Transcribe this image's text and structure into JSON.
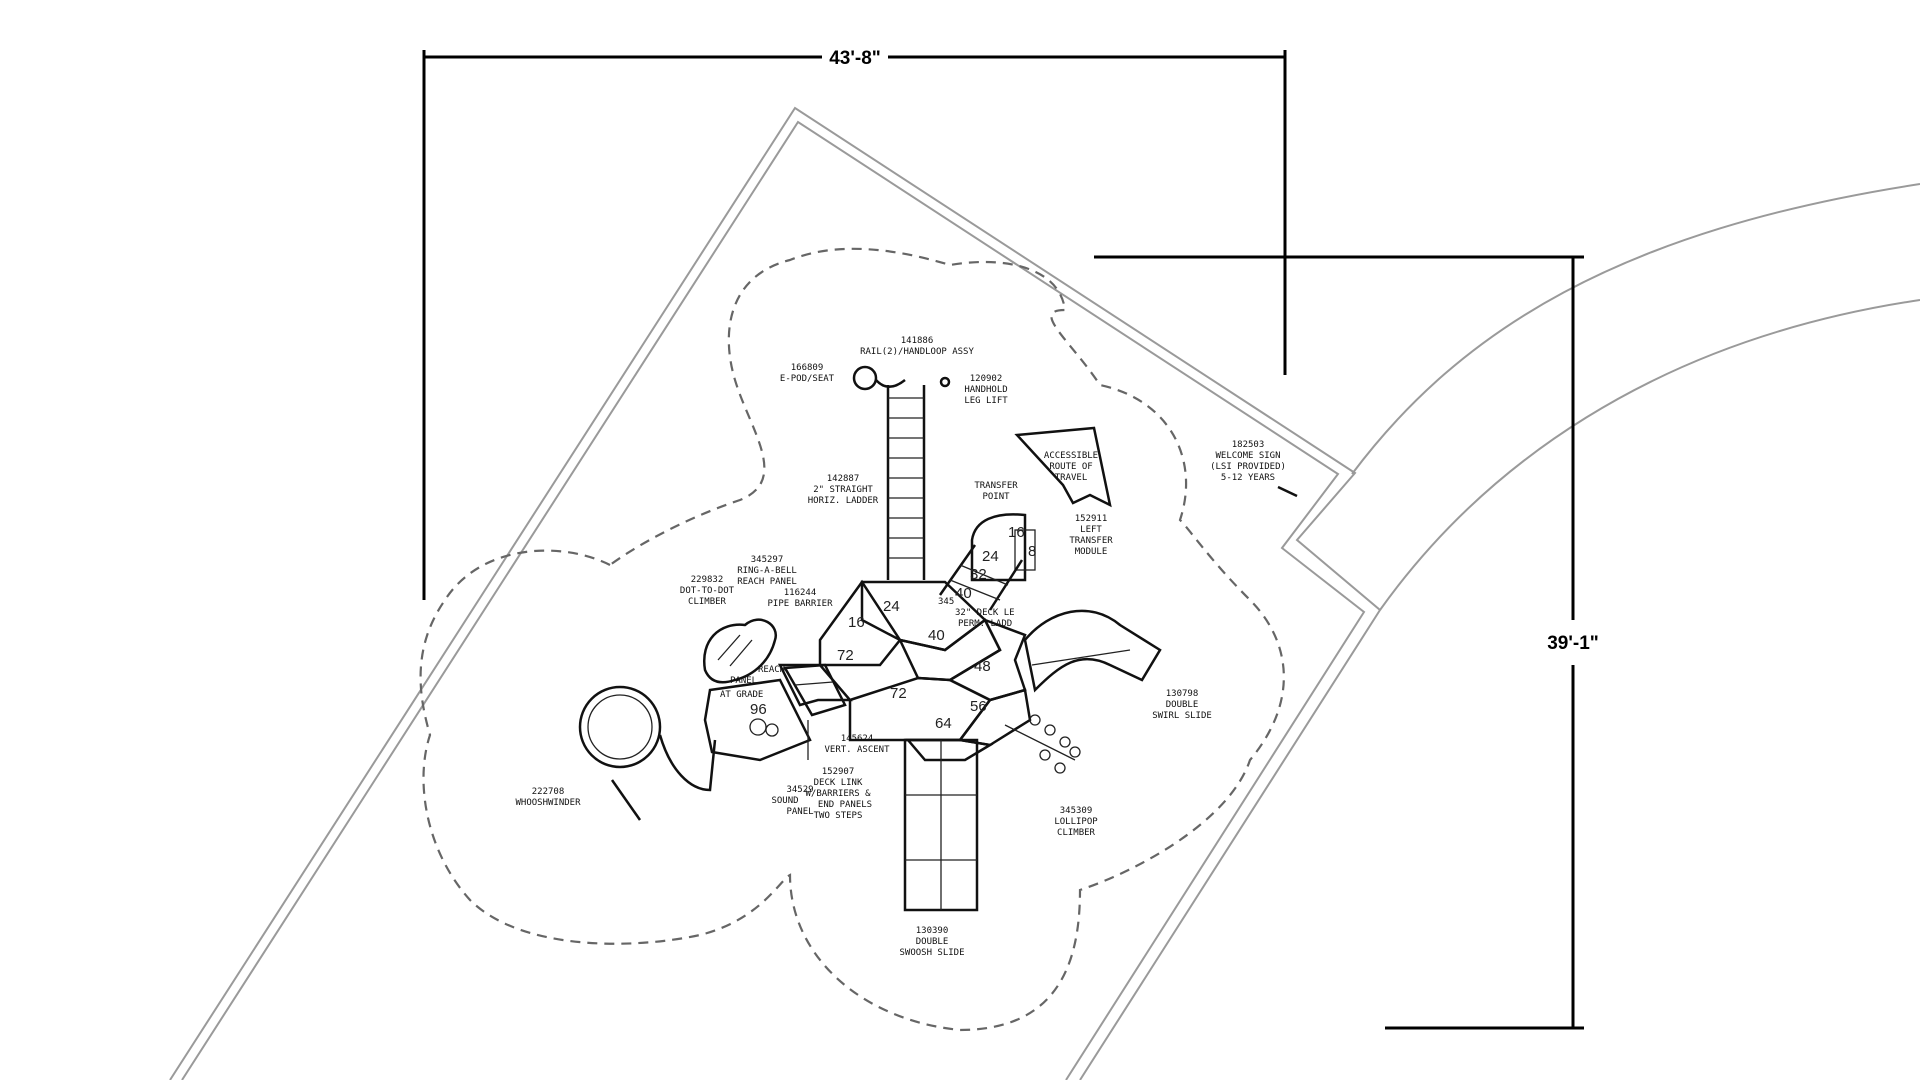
{
  "dimensions": {
    "width_label": "43'-8\"",
    "depth_label": "39'-1\""
  },
  "deck_heights": [
    "16",
    "8",
    "24",
    "32",
    "40",
    "24",
    "16",
    "72",
    "40",
    "48",
    "72",
    "56",
    "64",
    "96"
  ],
  "components": [
    {
      "lines": [
        "141886",
        "RAIL(2)/HANDLOOP ASSY"
      ]
    },
    {
      "lines": [
        "166809",
        "E-POD/SEAT"
      ]
    },
    {
      "lines": [
        "120902",
        "HANDHOLD",
        "LEG LIFT"
      ]
    },
    {
      "lines": [
        "ACCESSIBLE",
        "ROUTE OF",
        "TRAVEL"
      ]
    },
    {
      "lines": [
        "142887",
        "2\" STRAIGHT",
        "HORIZ. LADDER"
      ]
    },
    {
      "lines": [
        "TRANSFER",
        "POINT"
      ]
    },
    {
      "lines": [
        "152911",
        "LEFT",
        "TRANSFER",
        "MODULE"
      ]
    },
    {
      "lines": [
        "182503",
        "WELCOME SIGN",
        "(LSI PROVIDED)",
        "5-12 YEARS"
      ]
    },
    {
      "lines": [
        "345297",
        "RING-A-BELL",
        "REACH PANEL"
      ]
    },
    {
      "lines": [
        "229832",
        "DOT-TO-DOT",
        "CLIMBER"
      ]
    },
    {
      "lines": [
        "116244",
        "PIPE BARRIER"
      ]
    },
    {
      "lines": [
        "345",
        "32\" DECK LE",
        "PERM. LADD"
      ]
    },
    {
      "lines": [
        "REACH",
        "PANEL",
        "AT GRADE"
      ]
    },
    {
      "lines": [
        "130798",
        "DOUBLE",
        "SWIRL SLIDE"
      ]
    },
    {
      "lines": [
        "145624",
        "VERT. ASCENT"
      ]
    },
    {
      "lines": [
        "152907",
        "DECK LINK",
        "W/BARRIERS &",
        "END PANELS",
        "TWO STEPS"
      ]
    },
    {
      "lines": [
        "34529",
        "SOUND",
        "PANEL"
      ]
    },
    {
      "lines": [
        "222708",
        "WHOOSHWINDER"
      ]
    },
    {
      "lines": [
        "345309",
        "LOLLIPOP",
        "CLIMBER"
      ]
    },
    {
      "lines": [
        "130390",
        "DOUBLE",
        "SWOOSH SLIDE"
      ]
    }
  ]
}
